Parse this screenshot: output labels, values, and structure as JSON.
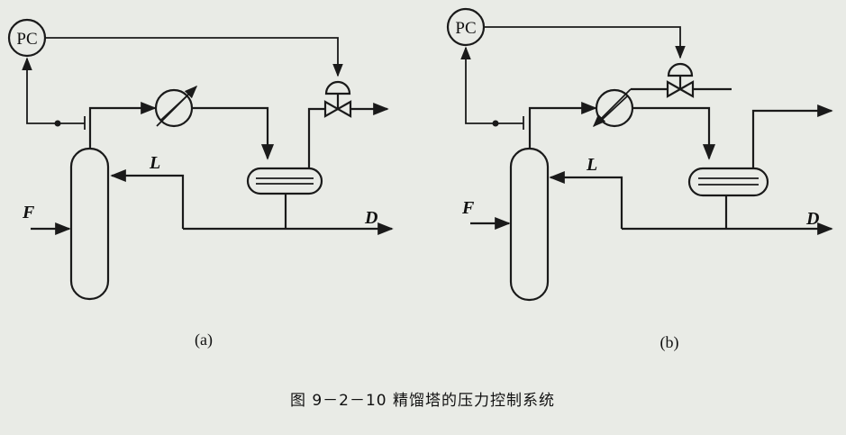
{
  "diagrams": [
    {
      "id": "a",
      "controller": "PC",
      "reflux_label": "L",
      "feed_label": "F",
      "distillate_label": "D",
      "sublabel": "(a)"
    },
    {
      "id": "b",
      "controller": "PC",
      "reflux_label": "L",
      "feed_label": "F",
      "distillate_label": "D",
      "sublabel": "(b)"
    }
  ],
  "caption": "图 9－2－10    精馏塔的压力控制系统",
  "colors": {
    "ink": "#1a1a1a",
    "paper": "#e9ebe6"
  }
}
